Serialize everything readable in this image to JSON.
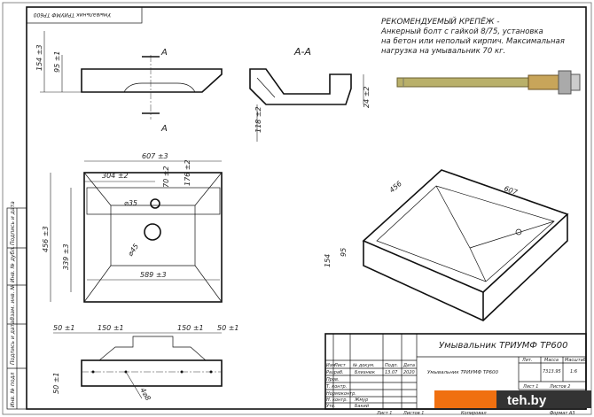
{
  "sheet": {
    "corner_stamp": "Умывальник ТРИУМФ ТР600",
    "side_labels": [
      "Инв. № подл",
      "Подпись и дата",
      "Взам. инв. №",
      "Инв. № дубл.",
      "Подпись и дата"
    ]
  },
  "note": {
    "title": "РЕКОМЕНДУЕМЫЙ КРЕПЁЖ -",
    "lines": [
      "Анкерный болт с гайкой 8/75, установка",
      "на бетон или неполый кирпич. Максимальная",
      "нагрузка на умывальник 70 кг."
    ]
  },
  "front_view": {
    "section_mark": "A",
    "dims": [
      "154 ±3",
      "95 ±1"
    ]
  },
  "section_view": {
    "title": "A-A",
    "dims": [
      "118 ±2",
      "24 ±2"
    ]
  },
  "plan_view": {
    "dims": [
      "607 ±3",
      "304 ±2",
      "70 ±2",
      "176 ±2",
      "⌀35",
      "⌀45",
      "589 ±3",
      "456 ±3",
      "339 ±3"
    ]
  },
  "iso_view": {
    "dims": [
      "456",
      "607",
      "154",
      "95"
    ]
  },
  "bottom_view": {
    "dims": [
      "50 ±1",
      "150 ±1",
      "150 ±1",
      "50 ±1",
      "50 ±1",
      "4⌀8"
    ]
  },
  "title_block": {
    "name": "Умывальник ТРИУМФ ТР600",
    "name_small": "Умывальник ТРИУМФ ТР600",
    "headers": [
      "Изм",
      "Лист",
      "№ докум.",
      "Подп.",
      "Дата"
    ],
    "rows": [
      {
        "role": "Разраб.",
        "name": "Близнюк",
        "date1": "13.07",
        "date2": "2020"
      },
      {
        "role": "Пров.",
        "name": ""
      },
      {
        "role": "Т. контр.",
        "name": ""
      },
      {
        "role": "Нормоконтр.",
        "name": ""
      },
      {
        "role": "Н. контр.",
        "name": "Жмур"
      },
      {
        "role": "Утв.",
        "name": "Бакий"
      }
    ],
    "lit_label": "Лит.",
    "mass_label": "Масса",
    "scale_label": "Масштаб",
    "mass": "7313.95",
    "scale": "1:6",
    "sheet": "Лист 1",
    "sheets": "Листов 2",
    "footer_sheet": "Лист 1",
    "footer_sheets": "Листов 1",
    "copied": "Копировал",
    "format": "Формат A3"
  },
  "watermark": {
    "text": "teh.by",
    "color": "#f07010"
  }
}
